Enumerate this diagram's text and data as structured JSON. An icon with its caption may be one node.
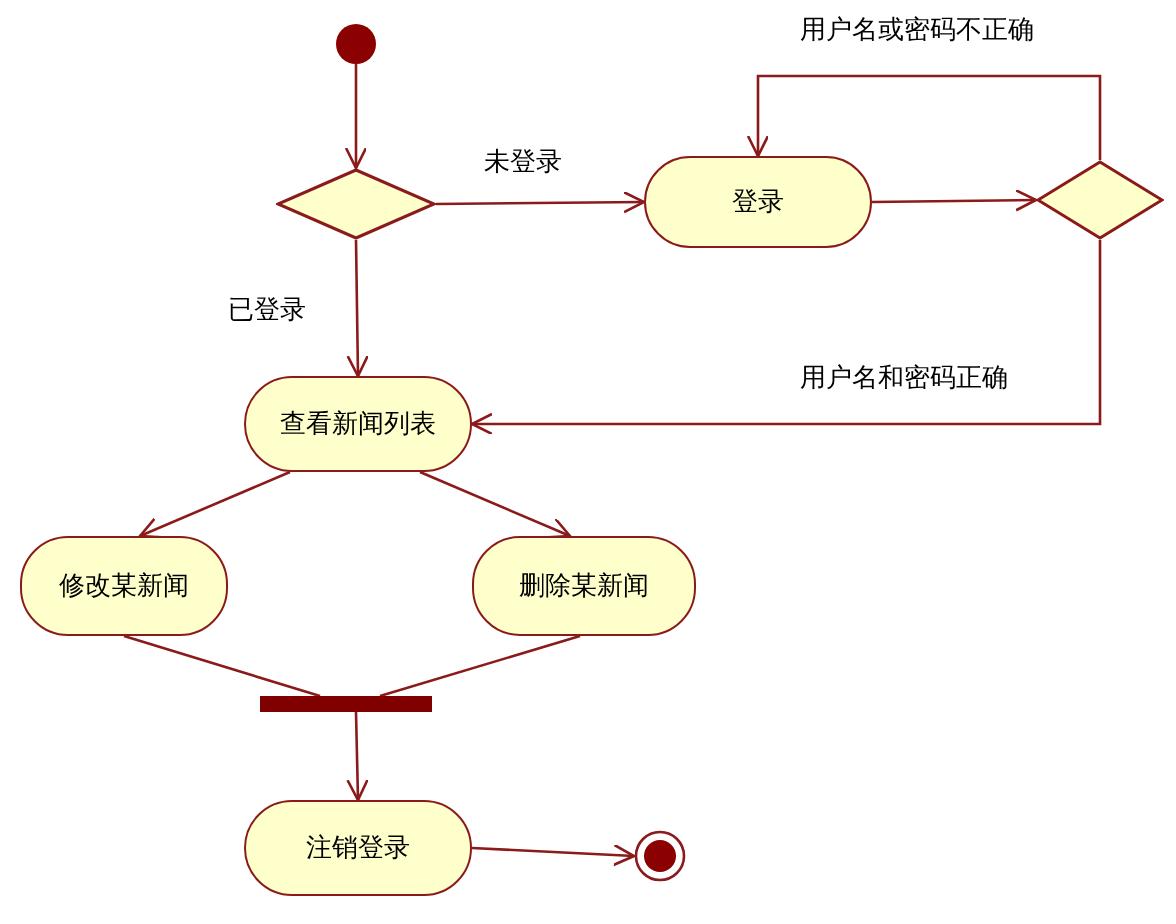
{
  "diagram": {
    "nodes": [
      {
        "text": [],
        "shape": "circle"
      },
      {
        "text": [],
        "shape": "diamond"
      },
      {
        "text": [
          "登录"
        ]
      },
      {
        "text": [],
        "shape": "diamond"
      },
      {
        "text": [
          "查看新闻列表"
        ]
      },
      {
        "text": [
          "修改某新闻"
        ]
      },
      {
        "text": [
          "删除某新闻"
        ]
      },
      {
        "text": [],
        "shape": "bar"
      },
      {
        "text": [
          "注销登录"
        ]
      },
      {
        "text": [],
        "shape": "circle"
      }
    ],
    "edges": [
      {
        "from": 0,
        "to": 1,
        "arrow": "to"
      },
      {
        "from": 1,
        "to": 2,
        "arrow": "to",
        "label": "未登录"
      },
      {
        "from": 1,
        "to": 4,
        "arrow": "to",
        "label": "已登录"
      },
      {
        "from": 2,
        "to": 3,
        "arrow": "to"
      },
      {
        "from": 3,
        "to": 2,
        "arrow": "to",
        "label": "用户名或密码不正确"
      },
      {
        "from": 3,
        "to": 4,
        "arrow": "to",
        "label": "用户名和密码正确"
      },
      {
        "from": 4,
        "to": 5,
        "arrow": "to"
      },
      {
        "from": 4,
        "to": 6,
        "arrow": "to"
      },
      {
        "from": 5,
        "to": 7,
        "arrow": "none"
      },
      {
        "from": 6,
        "to": 7,
        "arrow": "none"
      },
      {
        "from": 7,
        "to": 8,
        "arrow": "to"
      },
      {
        "from": 8,
        "to": 9,
        "arrow": "to"
      }
    ]
  }
}
